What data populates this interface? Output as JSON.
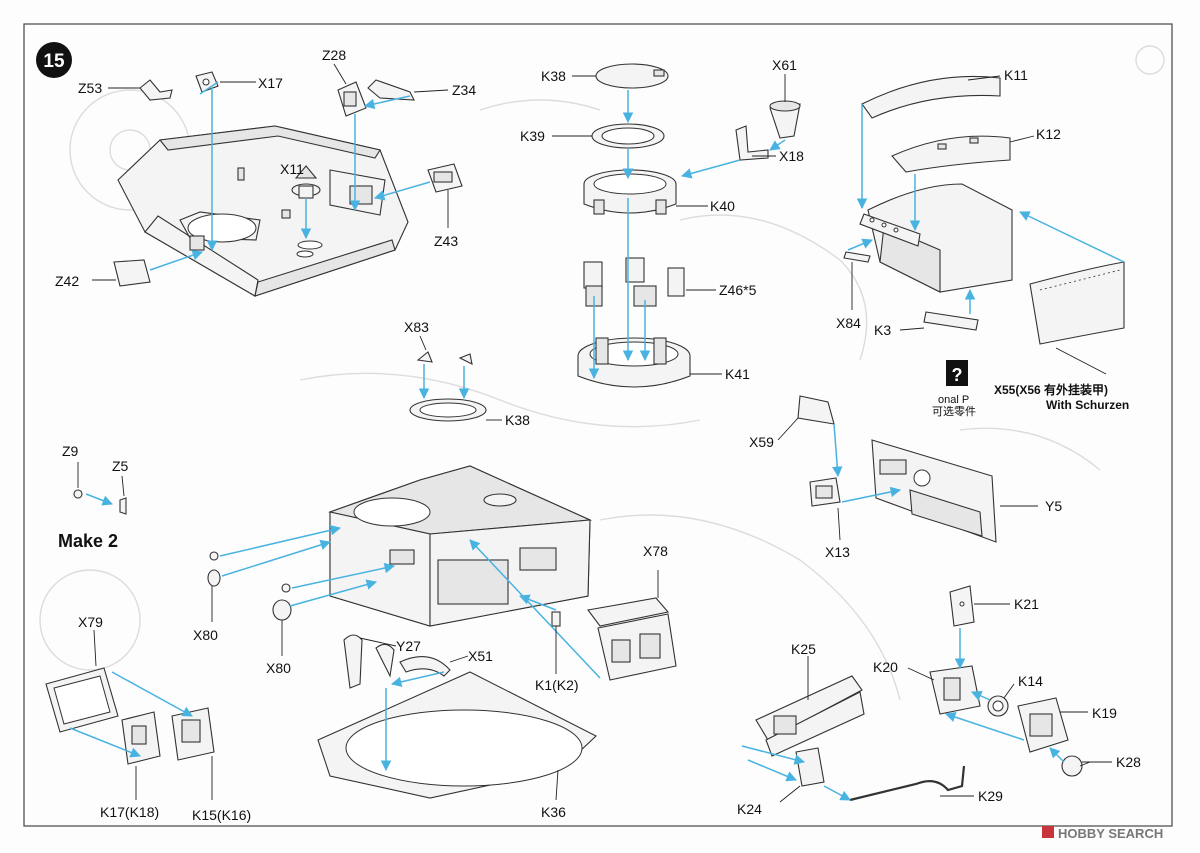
{
  "step_number": "15",
  "make_note": "Make 2",
  "optional": {
    "icon": "?",
    "label_en": "onal P",
    "label_cn": "可选零件",
    "schurzen_label": "X55(X56 有外挂装甲)",
    "schurzen_en": "With Schurzen"
  },
  "labels": {
    "z53": "Z53",
    "x17": "X17",
    "z28": "Z28",
    "z34": "Z34",
    "x11": "X11",
    "z43": "Z43",
    "z42": "Z42",
    "k38_top": "K38",
    "k39": "K39",
    "x61": "X61",
    "x18": "X18",
    "k40": "K40",
    "z46": "Z46*5",
    "k41": "K41",
    "x83": "X83",
    "k38_mid": "K38",
    "k11": "K11",
    "k12": "K12",
    "x84": "X84",
    "k3": "K3",
    "x59": "X59",
    "x13": "X13",
    "y5": "Y5",
    "z9": "Z9",
    "z5": "Z5",
    "x80_a": "X80",
    "x80_b": "X80",
    "y27": "Y27",
    "x51": "X51",
    "k1": "K1(K2)",
    "x78": "X78",
    "k36": "K36",
    "x79": "X79",
    "k17": "K17(K18)",
    "k15": "K15(K16)",
    "k21": "K21",
    "k25": "K25",
    "k20": "K20",
    "k14": "K14",
    "k19": "K19",
    "k28": "K28",
    "k24": "K24",
    "k29": "K29"
  },
  "watermark": "HOBBY SEARCH",
  "colors": {
    "arrow": "#48b3e0",
    "line": "#333333",
    "fill": "#f4f4f4",
    "step_badge": "#111111",
    "watermark_logo": "#c8343a"
  }
}
